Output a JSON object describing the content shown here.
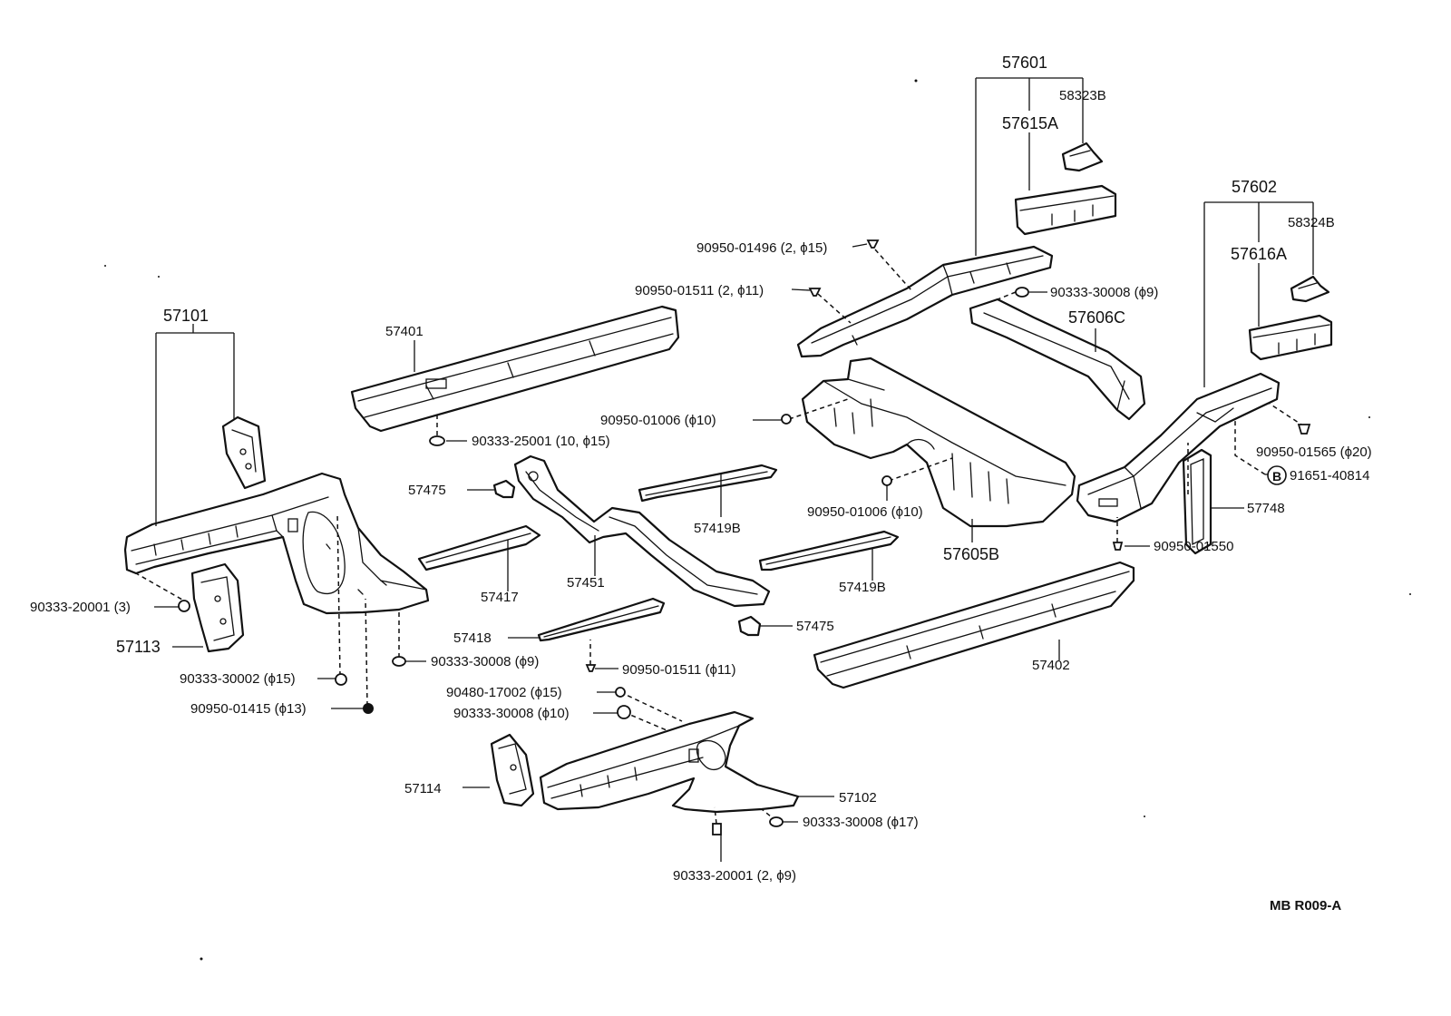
{
  "labels": {
    "l57601": "57601",
    "l58323b": "58323B",
    "l57615a": "57615A",
    "l57602": "57602",
    "l58324b": "58324B",
    "l57616a": "57616A",
    "l90950_01496": "90950-01496 (2, ϕ15)",
    "l90950_01511_2": "90950-01511 (2, ϕ11)",
    "l90333_30008_9a": "90333-30008 (ϕ9)",
    "l57606c": "57606C",
    "l57101": "57101",
    "l57401": "57401",
    "l90333_25001": "90333-25001 (10, ϕ15)",
    "l90950_01006a": "90950-01006 (ϕ10)",
    "l90950_01565": "90950-01565 (ϕ20)",
    "l91651_40814": "91651-40814",
    "l57475a": "57475",
    "l57419b_a": "57419B",
    "l90950_01006b": "90950-01006 (ϕ10)",
    "l57748": "57748",
    "l57605b": "57605B",
    "l90950_01550": "90950-01550",
    "l57417": "57417",
    "l57451": "57451",
    "l57419b_b": "57419B",
    "l90333_20001_3": "90333-20001 (3)",
    "l57475b": "57475",
    "l57418": "57418",
    "l57113": "57113",
    "l90333_30008_9b": "90333-30008 (ϕ9)",
    "l90950_01511_11": "90950-01511 (ϕ11)",
    "l57402": "57402",
    "l90333_30002": "90333-30002 (ϕ15)",
    "l90480_17002": "90480-17002 (ϕ15)",
    "l90950_01415": "90950-01415 (ϕ13)",
    "l90333_30008_10": "90333-30008 (ϕ10)",
    "l57114": "57114",
    "l57102": "57102",
    "l90333_30008_17": "90333-30008 (ϕ17)",
    "l90333_20001_2": "90333-20001 (2, ϕ9)",
    "ref_code": "MB  R009-A",
    "bubble_b": "B"
  }
}
